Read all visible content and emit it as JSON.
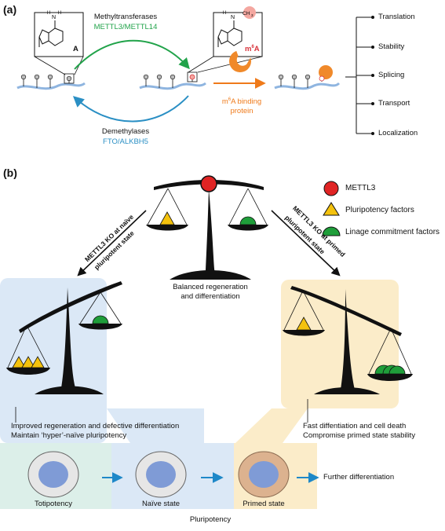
{
  "panel_a": {
    "label": "(a)",
    "base_label": "A",
    "modified_label": "m6A",
    "methyl_label_1": "Methyltransferases",
    "methyl_label_2": "METTL3/METTL14",
    "demethyl_label_1": "Demethylases",
    "demethyl_label_2": "FTO/ALKBH5",
    "binding_label_1": "m6A binding",
    "binding_label_2": "protein",
    "outcomes": [
      "Translation",
      "Stability",
      "Splicing",
      "Transport",
      "Localization"
    ],
    "colors": {
      "green": "#21a34a",
      "blue": "#2a8fc4",
      "orange": "#ef7a1a",
      "red": "#d8343c"
    }
  },
  "panel_b": {
    "label": "(b)",
    "legend": [
      "METTL3",
      "Pluripotency factors",
      "Linage commitment factors"
    ],
    "center_caption_1": "Balanced regeneration",
    "center_caption_2": "and differentiation",
    "left_arrow_1": "METTL3 KO at naïve",
    "left_arrow_2": "pluripotent state",
    "right_arrow_1": "METTL3 KO at primed",
    "right_arrow_2": "pluripotent state",
    "left_caption_1": "Improved regeneration and defective differentiation",
    "left_caption_2": "Maintain ‘hyper’-naïve pluripotency",
    "right_caption_1": "Fast diffentiation and cell death",
    "right_caption_2": "Compromise primed state stability",
    "stages": [
      "Totipotency",
      "Naïve state",
      "Primed state"
    ],
    "further": "Further differentiation",
    "pluripotency": "Pluripotency",
    "colors": {
      "naive_bg": "#dbe8f6",
      "primed_bg": "#fbecc9",
      "totipotent_bg": "#dcefe9",
      "yellow": "#f4c20d",
      "green": "#1f9e3a",
      "red": "#e02424"
    }
  }
}
